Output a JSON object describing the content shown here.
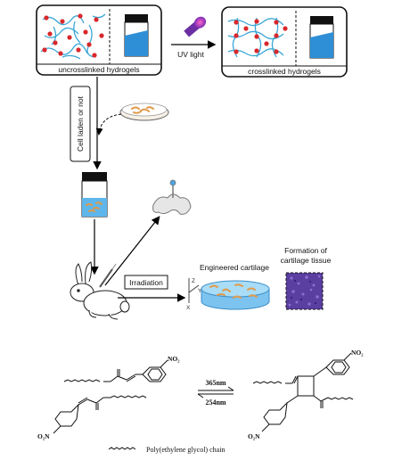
{
  "top": {
    "left_panel_caption": "uncrosslinked hydrogels",
    "uv_label": "UV light",
    "right_panel_caption": "crosslinked hydrogels"
  },
  "process": {
    "cell_option": "Cell laden or not",
    "irradiation": "Irradiation",
    "engineered": "Engineered cartilage",
    "formation": "Formation of cartilage tissue",
    "formation_line1": "Formation of",
    "formation_line2": "cartilage tissue",
    "axis_z": "Z",
    "axis_y": "Y",
    "axis_x": "X"
  },
  "reaction": {
    "no2_top_left": "NO₂",
    "no2_bottom_left": "O₂N",
    "no2_top_right": "NO₂",
    "no2_bottom_right": "O₂N",
    "forward": "365nm",
    "reverse": "254nm",
    "legend": "Poly(ethylene glycol) chain"
  },
  "colors": {
    "hydrogel_line": "#3aa6d8",
    "node_red": "#d8282c",
    "vial_blue": "#2f8fd6",
    "cartilage_tissue": "#5a3fa0"
  }
}
